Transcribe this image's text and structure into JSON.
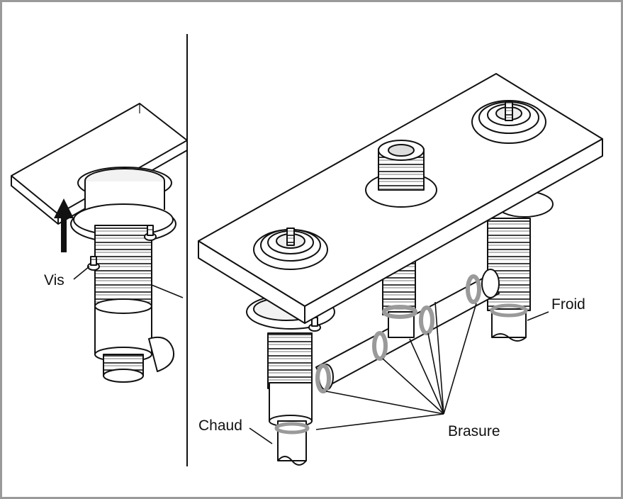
{
  "diagram": {
    "labels": {
      "screw": "Vis",
      "cold": "Froid",
      "hot": "Chaud",
      "solder": "Brasure"
    },
    "colors": {
      "stroke": "#111111",
      "background": "#ffffff",
      "frame": "#9a9a9a",
      "solder_ring": "#9a9a9a"
    }
  }
}
